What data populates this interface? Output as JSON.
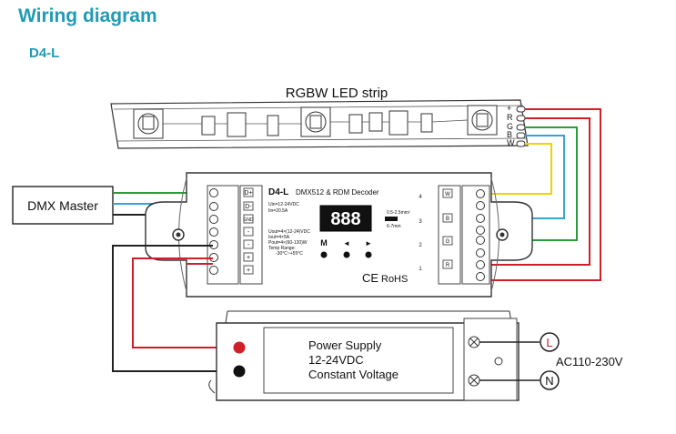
{
  "header": {
    "title": "Wiring diagram",
    "model": "D4-L"
  },
  "led_strip": {
    "label": "RGBW LED strip",
    "pins": [
      "+",
      "R",
      "G",
      "B",
      "W"
    ]
  },
  "dmx_master": {
    "label": "DMX Master"
  },
  "decoder": {
    "model": "D4-L",
    "name": "DMX512 & RDM Decoder",
    "display": "888",
    "buttons": [
      "M",
      "◄",
      "►"
    ],
    "spec_in": "Uin=12-24VDC",
    "spec_iin": "Iin=20.5A",
    "spec_uout": "Uout=4×(12-24)VDC",
    "spec_iout": "Iout=4×5A",
    "spec_pout": "Pout=4×(60-120)W",
    "spec_temp_label": "Temp Range:",
    "spec_temp": "-30°C~+55°C",
    "wire_strip": "6-7mm",
    "wire_gauge": "0.5-2.5mm²",
    "rohs": "RoHS",
    "ce": "CE",
    "left_terminals": [
      "D+",
      "D-",
      "GND",
      "-",
      "-",
      "+",
      "+"
    ],
    "right_channels": [
      "4",
      "3",
      "2",
      "1"
    ],
    "right_labels": [
      "W",
      "B",
      "G",
      "R"
    ]
  },
  "power_supply": {
    "line1": "Power Supply",
    "line2": "12-24VDC",
    "line3": "Constant Voltage"
  },
  "ac": {
    "label": "AC110-230V",
    "L": "L",
    "N": "N"
  },
  "colors": {
    "title": "#1f9bb5",
    "red": "#d11f2a",
    "green": "#2a9d3a",
    "blue": "#3aa0d8",
    "yellow": "#f2d200",
    "black": "#222222"
  }
}
